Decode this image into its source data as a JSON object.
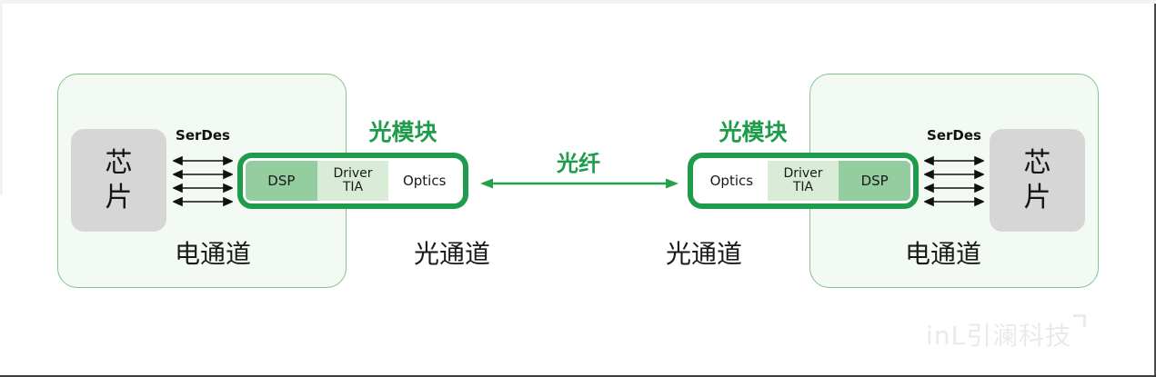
{
  "colors": {
    "accent_green": "#1f9c4b",
    "container_fill": "#f3f9f3",
    "container_border": "#85c389",
    "dsp_fill": "#93cda0",
    "driver_tia_fill": "#d8ecd8",
    "chip_fill": "#d6d6d6",
    "watermark_gray": "#eaeaea"
  },
  "left_side": {
    "chip_label": "芯片",
    "serdes_label": "SerDes",
    "module_title": "光模块",
    "module_sections": [
      {
        "label": "DSP"
      },
      {
        "label": "Driver\nTIA"
      },
      {
        "label": "Optics"
      }
    ],
    "channel_electrical": "电通道",
    "channel_optical": "光通道"
  },
  "fiber": {
    "label": "光纤"
  },
  "right_side": {
    "chip_label": "芯片",
    "serdes_label": "SerDes",
    "module_title": "光模块",
    "module_sections": [
      {
        "label": "Optics"
      },
      {
        "label": "Driver\nTIA"
      },
      {
        "label": "DSP"
      }
    ],
    "channel_optical": "光通道",
    "channel_electrical": "电通道"
  },
  "watermark": {
    "text": "inL引澜科技"
  }
}
